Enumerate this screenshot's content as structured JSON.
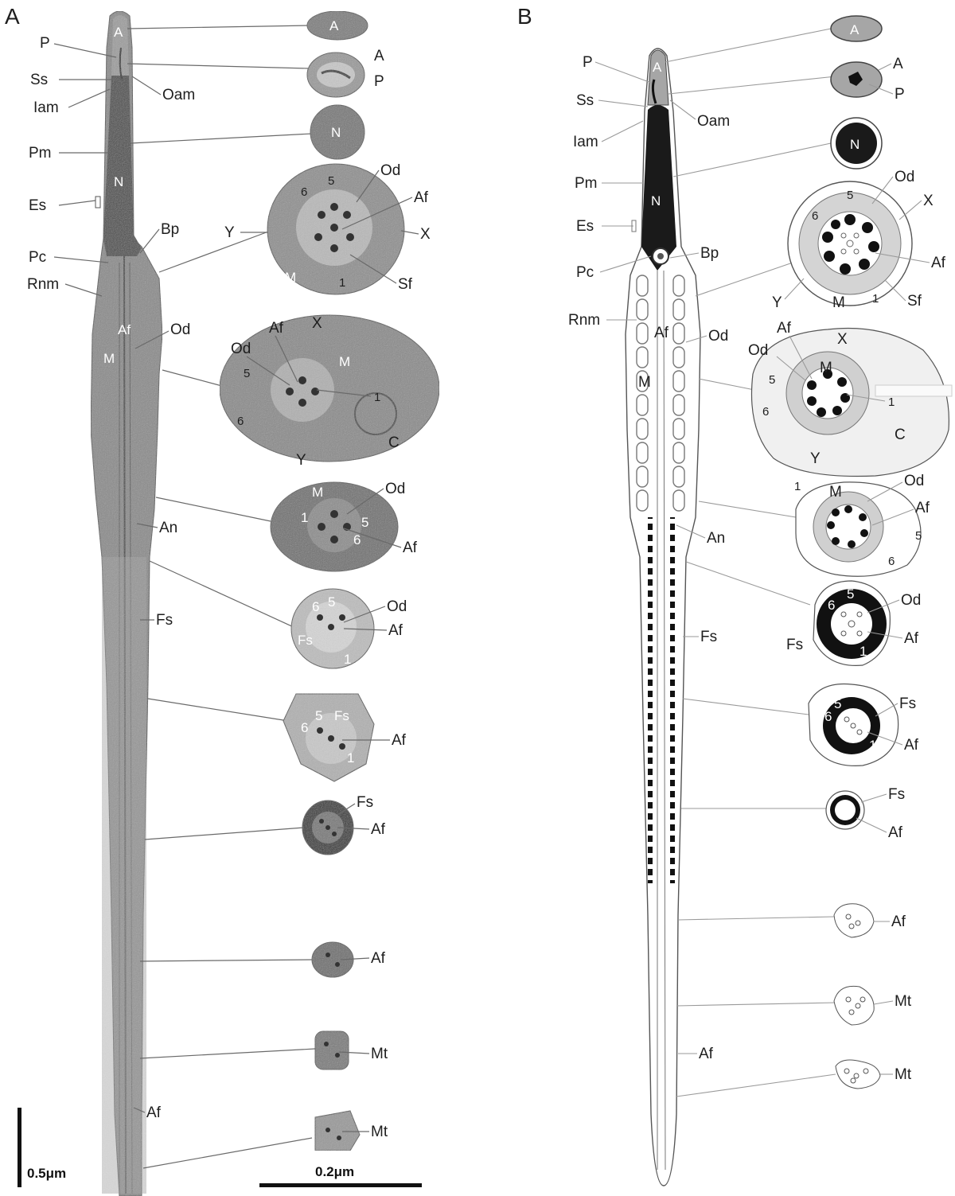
{
  "panels": {
    "a": "A",
    "b": "B"
  },
  "scale_bars": {
    "a_long": "0.5μm",
    "a_short": "0.2μm"
  },
  "labels_a": {
    "A": "A",
    "P": "P",
    "Ss": "Ss",
    "Oam": "Oam",
    "Iam": "Iam",
    "Pm": "Pm",
    "N": "N",
    "Es": "Es",
    "Bp": "Bp",
    "Pc": "Pc",
    "Rnm": "Rnm",
    "Af": "Af",
    "Od": "Od",
    "M": "M",
    "An": "An",
    "Fs": "Fs",
    "Mt": "Mt",
    "X": "X",
    "Y": "Y",
    "Sf": "Sf",
    "C": "C",
    "n1": "1",
    "n5": "5",
    "n6": "6"
  },
  "labels_b": {
    "A": "A",
    "P": "P",
    "Ss": "Ss",
    "Oam": "Oam",
    "Iam": "Iam",
    "Pm": "Pm",
    "N": "N",
    "Es": "Es",
    "Bp": "Bp",
    "Pc": "Pc",
    "Rnm": "Rnm",
    "Af": "Af",
    "Od": "Od",
    "M": "M",
    "An": "An",
    "Fs": "Fs",
    "Mt": "Mt",
    "X": "X",
    "Y": "Y",
    "Sf": "Sf",
    "C": "C",
    "n1": "1",
    "n5": "5",
    "n6": "6"
  },
  "colors": {
    "micrograph_dark": "#4d4d4d",
    "micrograph_mid": "#7f7f7f",
    "schematic_gray": "#a6a6a6",
    "schematic_dark": "#1a1a1a"
  }
}
